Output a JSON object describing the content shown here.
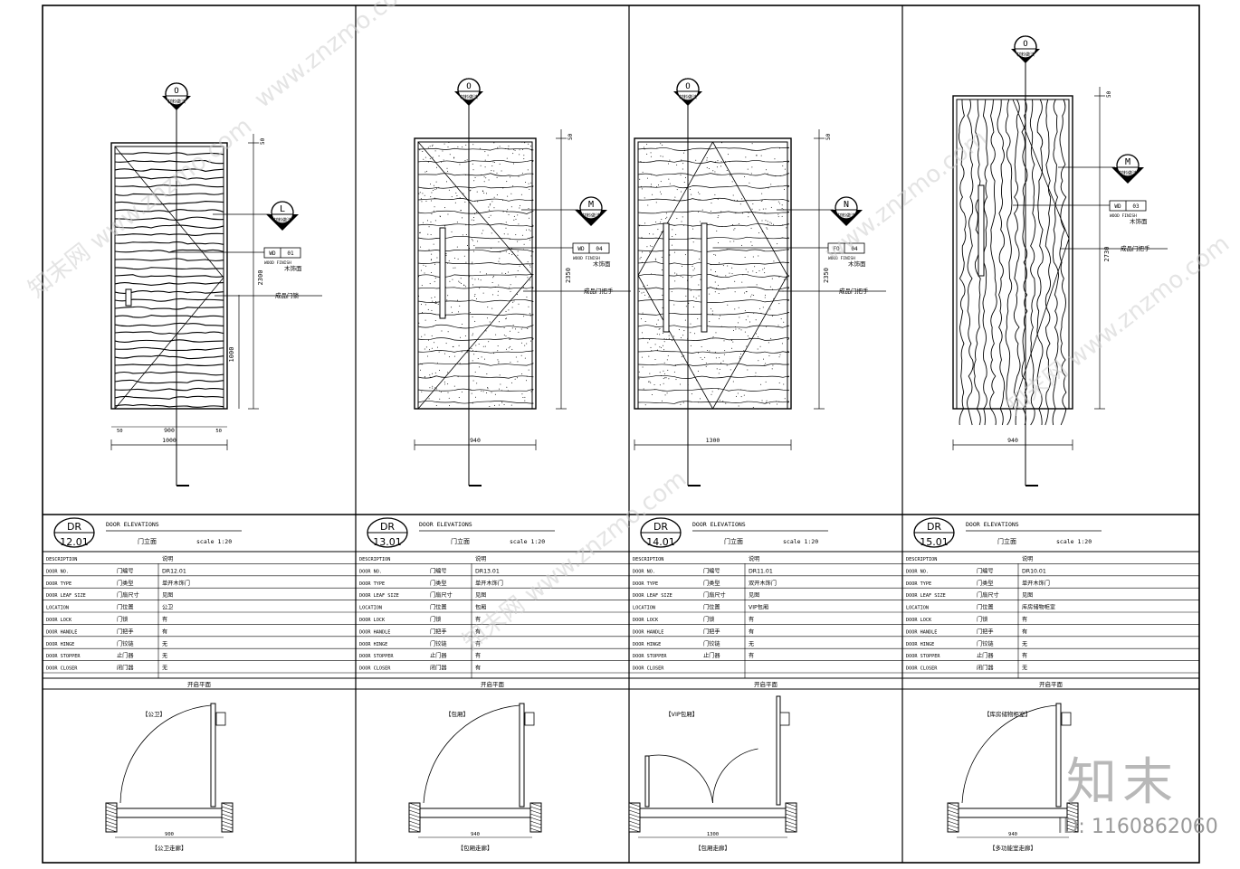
{
  "panels": [
    {
      "id": "12.01",
      "prefix": "DR",
      "title_en": "DOOR ELEVATIONS",
      "title_cn": "门立面",
      "scale": "scale  1:20",
      "elev_tag": "L",
      "sym_top_letter": "O",
      "sym_sub": "材料做法",
      "finish_code": [
        "WD",
        "01"
      ],
      "finish_label": "WOOD FINISH",
      "finish_cn": "木饰面",
      "callout": "成品门锁",
      "dim_total": "1000",
      "dim_inner": "900",
      "dim_side": "50",
      "dim_height": "2300",
      "dim_handle": "1000",
      "dim_top": "50",
      "rows": [
        {
          "en": "DESCRIPTION",
          "cn": "",
          "val": "说明"
        },
        {
          "en": "DOOR NO.",
          "cn": "门编号",
          "val": "DR12.01"
        },
        {
          "en": "DOOR TYPE",
          "cn": "门类型",
          "val": "单开木饰门"
        },
        {
          "en": "DOOR LEAF SIZE",
          "cn": "门扇尺寸",
          "val": "见图"
        },
        {
          "en": "LOCATION",
          "cn": "门位置",
          "val": "公卫"
        },
        {
          "en": "DOOR LOCK",
          "cn": "门锁",
          "val": "有"
        },
        {
          "en": "DOOR HANDLE",
          "cn": "门把手",
          "val": "有"
        },
        {
          "en": "DOOR HINGE",
          "cn": "门铰链",
          "val": "无"
        },
        {
          "en": "DOOR STOPPER",
          "cn": "止门器",
          "val": "无"
        },
        {
          "en": "DOOR CLOSER",
          "cn": "闭门器",
          "val": "无"
        }
      ],
      "plan_title": "开启平面",
      "plan_room": "【公卫】",
      "plan_corridor": "【公卫走廊】",
      "plan_dim": "900"
    },
    {
      "id": "13.01",
      "prefix": "DR",
      "title_en": "DOOR ELEVATIONS",
      "title_cn": "门立面",
      "scale": "scale  1:20",
      "elev_tag": "M",
      "sym_top_letter": "O",
      "sym_sub": "材料做法",
      "finish_code": [
        "WD",
        "04"
      ],
      "finish_label": "WOOD FINISH",
      "finish_cn": "木饰面",
      "callout": "成品门把手",
      "dim_total": "940",
      "dim_height": "2350",
      "dim_top": "50",
      "rows": [
        {
          "en": "DESCRIPTION",
          "cn": "",
          "val": "说明"
        },
        {
          "en": "DOOR NO.",
          "cn": "门编号",
          "val": "DR13.01"
        },
        {
          "en": "DOOR TYPE",
          "cn": "门类型",
          "val": "单开木饰门"
        },
        {
          "en": "DOOR LEAF SIZE",
          "cn": "门扇尺寸",
          "val": "见图"
        },
        {
          "en": "LOCATION",
          "cn": "门位置",
          "val": "包厢"
        },
        {
          "en": "DOOR LOCK",
          "cn": "门锁",
          "val": "有"
        },
        {
          "en": "DOOR HANDLE",
          "cn": "门把手",
          "val": "有"
        },
        {
          "en": "DOOR HINGE",
          "cn": "门铰链",
          "val": "有"
        },
        {
          "en": "DOOR STOPPER",
          "cn": "止门器",
          "val": "有"
        },
        {
          "en": "DOOR CLOSER",
          "cn": "闭门器",
          "val": "有"
        }
      ],
      "plan_title": "开启平面",
      "plan_room": "【包厢】",
      "plan_corridor": "【包厢走廊】",
      "plan_dim": "940"
    },
    {
      "id": "14.01",
      "prefix": "DR",
      "title_en": "DOOR ELEVATIONS",
      "title_cn": "门立面",
      "scale": "scale  1:20",
      "elev_tag": "N",
      "sym_top_letter": "O",
      "sym_sub": "材料做法",
      "finish_code": [
        "FO",
        "04"
      ],
      "finish_label": "WOOD FINISH",
      "finish_cn": "木饰面",
      "callout": "成品门把手",
      "dim_total": "1300",
      "dim_height": "2350",
      "dim_top": "50",
      "rows": [
        {
          "en": "DESCRIPTION",
          "cn": "",
          "val": "说明"
        },
        {
          "en": "DOOR NO.",
          "cn": "门编号",
          "val": "DR11.01"
        },
        {
          "en": "DOOR TYPE",
          "cn": "门类型",
          "val": "双开木饰门"
        },
        {
          "en": "DOOR LEAF SIZE",
          "cn": "门扇尺寸",
          "val": "见图"
        },
        {
          "en": "LOCATION",
          "cn": "门位置",
          "val": "VIP包厢"
        },
        {
          "en": "DOOR LOCK",
          "cn": "门锁",
          "val": "有"
        },
        {
          "en": "DOOR HANDLE",
          "cn": "门把手",
          "val": "有"
        },
        {
          "en": "DOOR HINGE",
          "cn": "门铰链",
          "val": "无"
        },
        {
          "en": "DOOR STOPPER",
          "cn": "止门器",
          "val": "有"
        },
        {
          "en": "DOOR CLOSER",
          "cn": "",
          "val": ""
        }
      ],
      "plan_title": "开启平面",
      "plan_room": "【VIP包厢】",
      "plan_corridor": "【包厢走廊】",
      "plan_dim": "1300"
    },
    {
      "id": "15.01",
      "prefix": "DR",
      "title_en": "DOOR ELEVATIONS",
      "title_cn": "门立面",
      "scale": "scale  1:20",
      "elev_tag": "M",
      "sym_top_letter": "O",
      "sym_sub": "材料做法",
      "finish_code": [
        "WD",
        "03"
      ],
      "finish_label": "WOOD FINISH",
      "finish_cn": "木饰面",
      "callout": "成品门把手",
      "dim_total": "940",
      "dim_height": "2730",
      "dim_top": "50",
      "rows": [
        {
          "en": "DESCRIPTION",
          "cn": "",
          "val": "说明"
        },
        {
          "en": "DOOR NO.",
          "cn": "门编号",
          "val": "DR10.01"
        },
        {
          "en": "DOOR TYPE",
          "cn": "门类型",
          "val": "单开木饰门"
        },
        {
          "en": "DOOR LEAF SIZE",
          "cn": "门扇尺寸",
          "val": "见图"
        },
        {
          "en": "LOCATION",
          "cn": "门位置",
          "val": "库房储物柜室"
        },
        {
          "en": "DOOR LOCK",
          "cn": "门锁",
          "val": "有"
        },
        {
          "en": "DOOR HANDLE",
          "cn": "门把手",
          "val": "有"
        },
        {
          "en": "DOOR HINGE",
          "cn": "门铰链",
          "val": "无"
        },
        {
          "en": "DOOR STOPPER",
          "cn": "止门器",
          "val": "有"
        },
        {
          "en": "DOOR CLOSER",
          "cn": "闭门器",
          "val": "无"
        }
      ],
      "plan_title": "开启平面",
      "plan_room": "【库房储物柜室】",
      "plan_corridor": "【多功能室走廊】",
      "plan_dim": "940"
    }
  ],
  "watermark": {
    "site": "www.znzmo.com",
    "cn": "知末网",
    "logo": "知末",
    "id": "ID: 1160862060"
  }
}
